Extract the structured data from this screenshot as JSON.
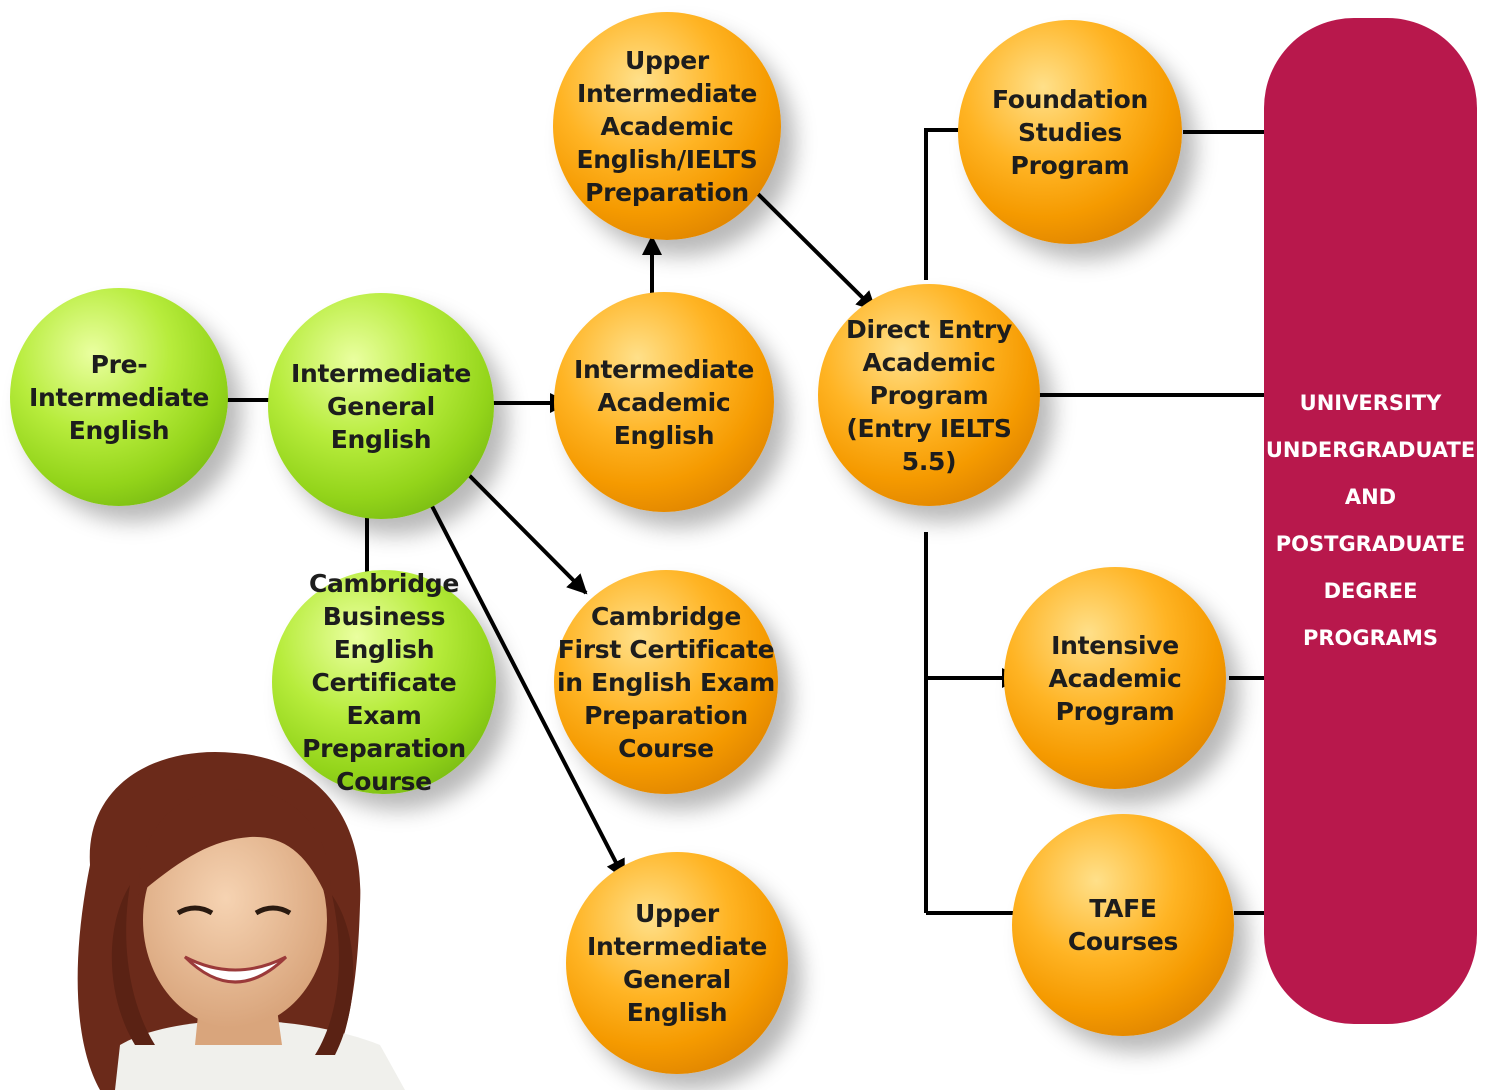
{
  "nodes": {
    "pre_intermediate": "Pre-\nIntermediate\nEnglish",
    "intermediate_general": "Intermediate\nGeneral\nEnglish",
    "intermediate_academic": "Intermediate\nAcademic\nEnglish",
    "upper_intermediate_academic": "Upper\nIntermediate\nAcademic\nEnglish/IELTS\nPreparation",
    "direct_entry": "Direct Entry\nAcademic\nProgram\n(Entry IELTS 5.5)",
    "foundation_studies": "Foundation\nStudies\nProgram",
    "cambridge_business": "Cambridge\nBusiness English\nCertificate Exam\nPreparation\nCourse",
    "cambridge_first": "Cambridge\nFirst Certificate\nin English Exam\nPreparation\nCourse",
    "upper_intermediate_general": "Upper\nIntermediate\nGeneral\nEnglish",
    "intensive_academic": "Intensive\nAcademic\nProgram",
    "tafe": "TAFE\nCourses"
  },
  "university": {
    "label": "UNIVERSITY\nUNDERGRADUATE\nAND\nPOSTGRADUATE\nDEGREE\nPROGRAMS"
  },
  "colors": {
    "orange": "#f59a00",
    "green": "#93d41a",
    "university": "#b8184c",
    "arrow": "#000000"
  }
}
